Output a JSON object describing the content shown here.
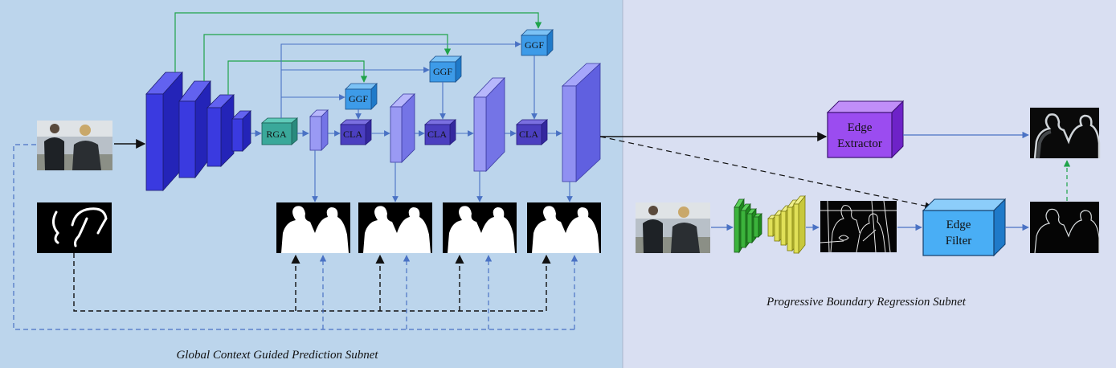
{
  "panels": {
    "left_caption": "Global Context Guided Prediction Subnet",
    "right_caption": "Progressive Boundary Regression Subnet"
  },
  "modules": {
    "rga": "RGA",
    "cla_1": "CLA",
    "cla_2": "CLA",
    "cla_3": "CLA",
    "ggf_1": "GGF",
    "ggf_2": "GGF",
    "ggf_3": "GGF",
    "edge_extractor_line1": "Edge",
    "edge_extractor_line2": "Extractor",
    "edge_filter_line1": "Edge",
    "edge_filter_line2": "Filter"
  },
  "colors": {
    "left_panel_bg": "#bcd5ec",
    "right_panel_bg": "#d9dff2",
    "encoder_blue": "#3a3ae0",
    "rga_teal": "#3aa89a",
    "cla_purple": "#4b3fc0",
    "ggf_blue": "#3d9be8",
    "decoder_lavender": "#8f8ff0",
    "edge_extractor": "#9b4cf0",
    "edge_filter": "#49aef5",
    "green_arrow": "#1fa34a",
    "blue_arrow": "#4a72c4",
    "black_arrow": "#111111"
  }
}
